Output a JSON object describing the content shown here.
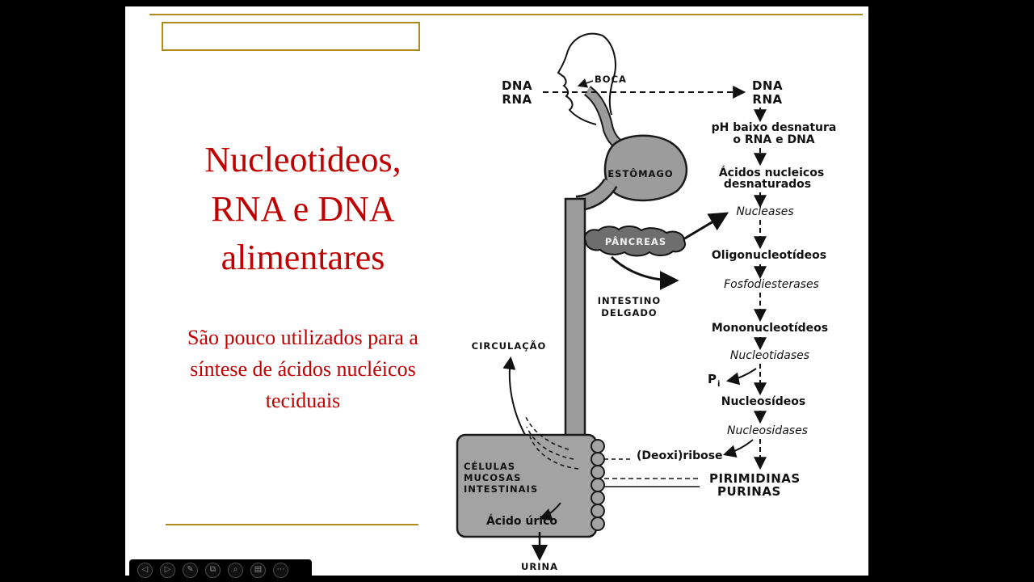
{
  "window": {
    "bg": "#000000",
    "slide_bg": "#ffffff"
  },
  "slide": {
    "accent_color": "#b08c1e",
    "title_color": "#c00000",
    "title_lines": [
      "Nucleotideos,",
      "RNA e DNA",
      "alimentares"
    ],
    "subtitle_lines": [
      "São pouco utilizados para a",
      "síntese de ácidos nucléicos",
      "teciduais"
    ]
  },
  "diagram": {
    "input": {
      "dna": "DNA",
      "rna": "RNA"
    },
    "anatomy": {
      "boca": "BOCA",
      "estomago": "ESTÔMAGO",
      "pancreas": "PÂNCREAS",
      "intestino1": "INTESTINO",
      "intestino2": "DELGADO",
      "circulacao": "CIRCULAÇÃO",
      "celulas1": "CÉLULAS",
      "celulas2": "MUCOSAS",
      "celulas3": "INTESTINAIS",
      "acido_urico": "Ácido úrico",
      "urina": "URINA"
    },
    "pathway": {
      "dna": "DNA",
      "rna": "RNA",
      "ph1": "pH baixo desnatura",
      "ph2": "o RNA e DNA",
      "den1": "Ácidos nucleicos",
      "den2": "desnaturados",
      "nucleases": "Nucleases",
      "oligo": "Oligonucleotídeos",
      "fosfo": "Fosfodiesterases",
      "mono": "Mononucleotídeos",
      "nucleotidases": "Nucleotidases",
      "pi_main": "P",
      "pi_sub": "i",
      "nucleosideos": "Nucleosídeos",
      "nucleosidases": "Nucleosidases",
      "deoxiribose": "(Deoxi)ribose",
      "pirimidinas": "PIRIMIDINAS",
      "purinas": "PURINAS"
    }
  },
  "player": {
    "buttons": [
      {
        "name": "previous-button",
        "glyph": "◁"
      },
      {
        "name": "next-button",
        "glyph": "▷"
      },
      {
        "name": "pen-button",
        "glyph": "✎"
      },
      {
        "name": "copy-button",
        "glyph": "⧉"
      },
      {
        "name": "zoom-button",
        "glyph": "⌕"
      },
      {
        "name": "notes-button",
        "glyph": "▤"
      },
      {
        "name": "more-button",
        "glyph": "⋯"
      }
    ]
  }
}
